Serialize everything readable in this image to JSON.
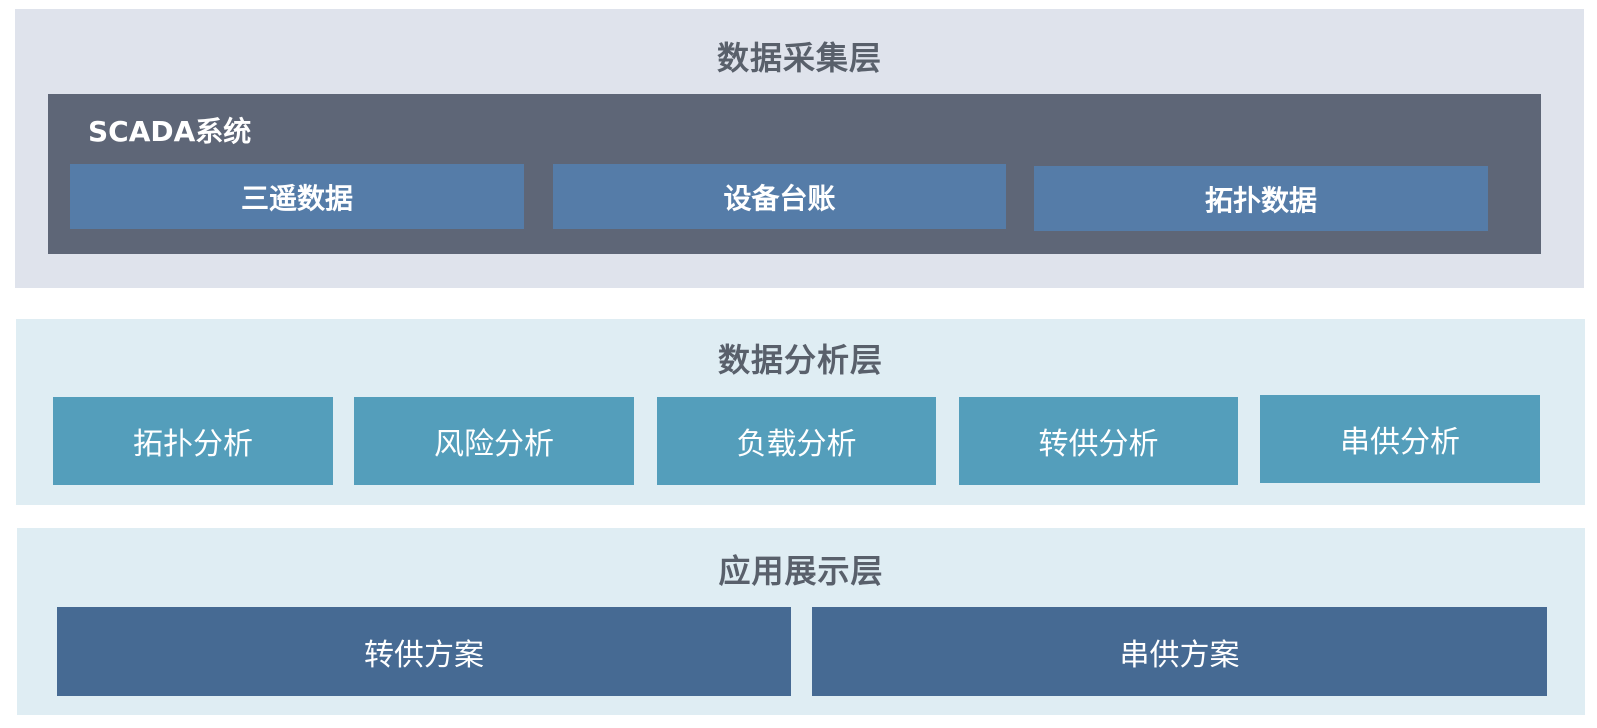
{
  "layers": {
    "collection": {
      "title": "数据采集层",
      "system_title": "SCADA系统",
      "items": [
        "三遥数据",
        "设备台账",
        "拓扑数据"
      ]
    },
    "analysis": {
      "title": "数据分析层",
      "items": [
        "拓扑分析",
        "风险分析",
        "负载分析",
        "转供分析",
        "串供分析"
      ]
    },
    "display": {
      "title": "应用展示层",
      "items": [
        "转供方案",
        "串供方案"
      ]
    }
  },
  "colors": {
    "collection_bg": "#dfe3ec",
    "scada_panel": "#5e6677",
    "scada_item": "#557ca8",
    "analysis_bg": "#dfedf3",
    "analysis_item": "#549ebb",
    "display_bg": "#dfedf3",
    "display_item": "#466a93",
    "title_text": "#59606b"
  }
}
